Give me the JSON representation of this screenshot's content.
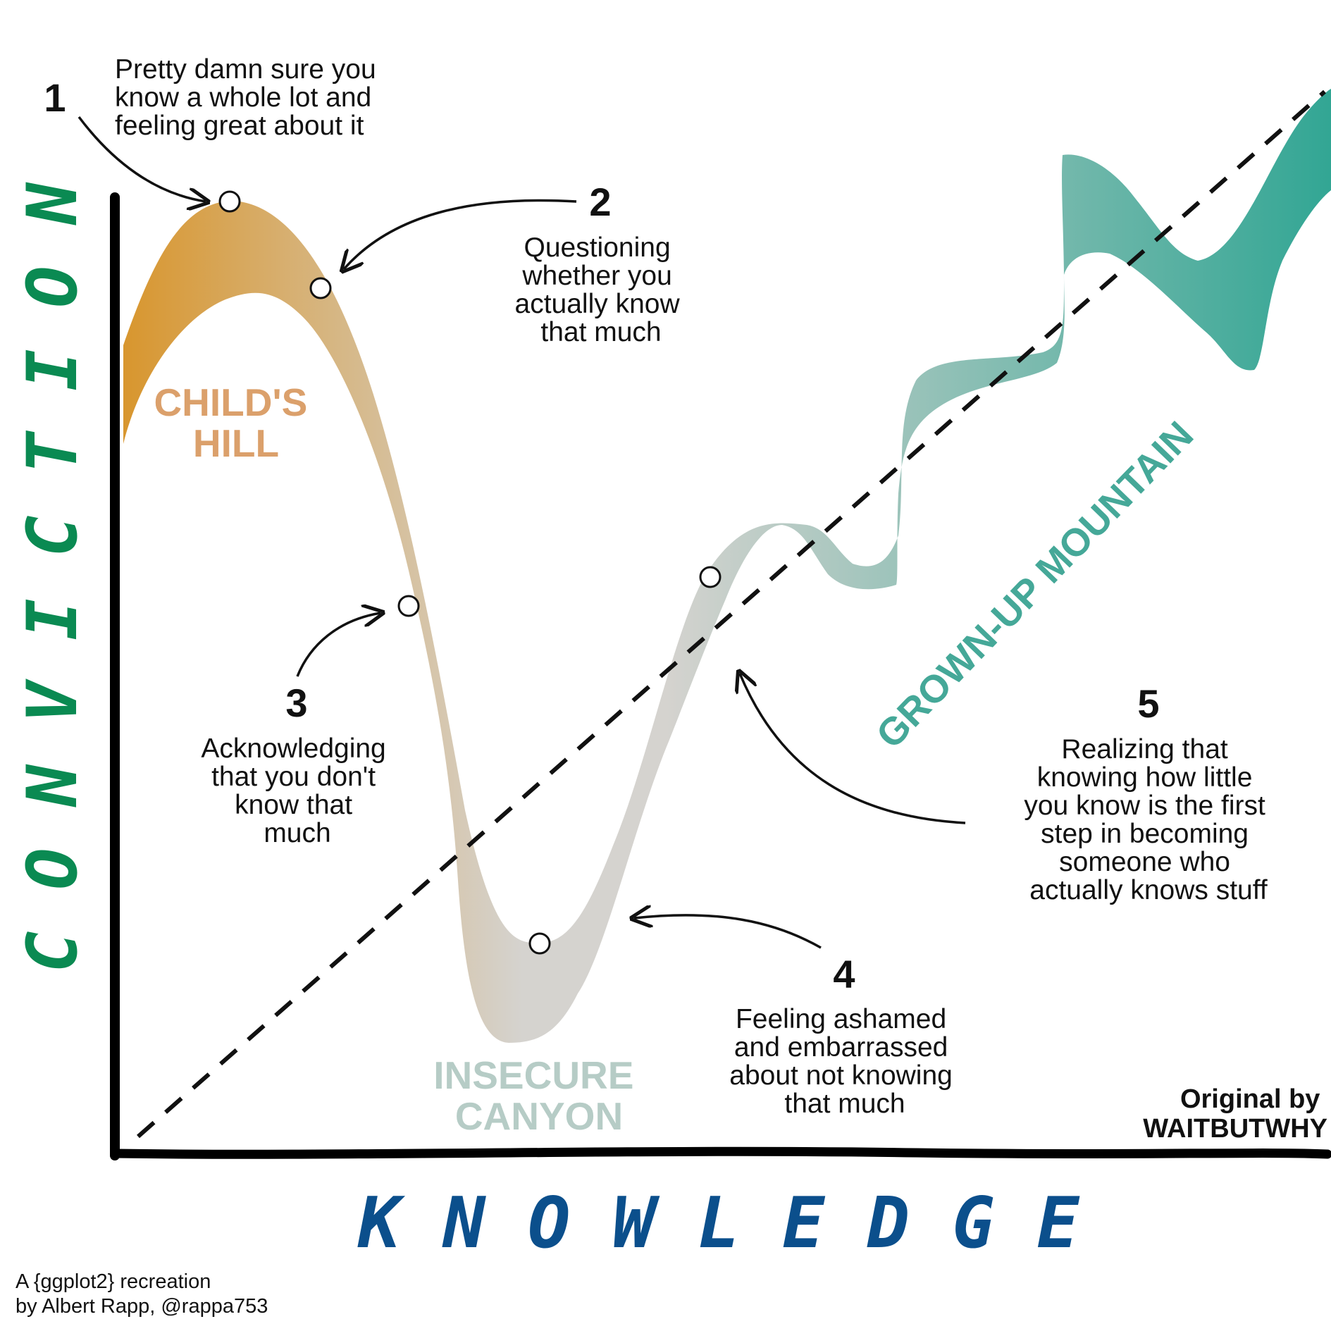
{
  "colors": {
    "axis_x_title": "#0b4f8c",
    "axis_y_title": "#0a8a52",
    "childs_hill": "#dba06b",
    "insecure_canyon": "#b6ccc6",
    "grown_up_mountain": "#45a898",
    "band_start": "#d8962e",
    "band_mid": "#d5d3cf",
    "band_end": "#32a694",
    "text": "#111111"
  },
  "axes": {
    "x_title": "K N O W L E D G E",
    "y_title": "C O N V I C T I O N"
  },
  "regions": {
    "childs_hill": [
      "CHILD'S",
      "HILL"
    ],
    "insecure_canyon": [
      "INSECURE",
      "CANYON"
    ],
    "grown_up_mountain": "GROWN-UP MOUNTAIN"
  },
  "annotations": [
    {
      "number": "1",
      "lines": [
        "Pretty damn sure you",
        "know a whole lot and",
        "feeling great about it"
      ]
    },
    {
      "number": "2",
      "lines": [
        "Questioning",
        "whether you",
        "actually know",
        "that much"
      ]
    },
    {
      "number": "3",
      "lines": [
        "Acknowledging",
        "that you don't",
        "know that",
        "much"
      ]
    },
    {
      "number": "4",
      "lines": [
        "Feeling ashamed",
        "and embarrassed",
        "about not knowing",
        "that much"
      ]
    },
    {
      "number": "5",
      "lines": [
        "Realizing that",
        "knowing how little",
        "you know is the first",
        "step in becoming",
        "someone who",
        "actually knows stuff"
      ]
    }
  ],
  "source": [
    "Original by",
    "WAITBUTWHY"
  ],
  "credit": [
    "A {ggplot2} recreation",
    "by Albert Rapp, @rappa753"
  ]
}
